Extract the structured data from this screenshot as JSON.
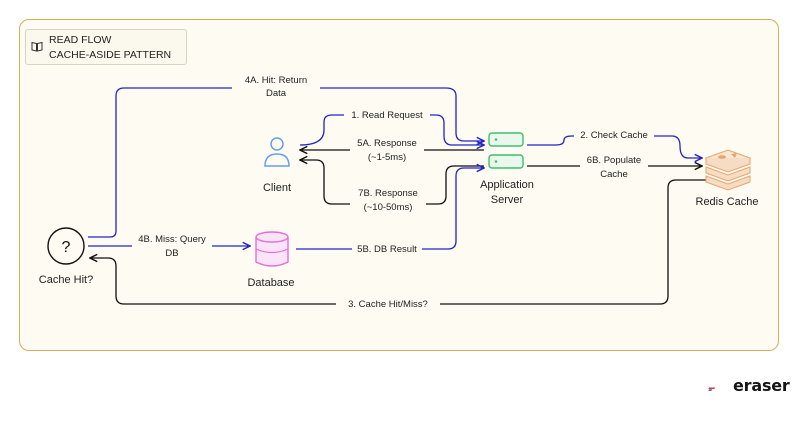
{
  "title": {
    "line1": "READ FLOW",
    "line2": "CACHE-ASIDE PATTERN"
  },
  "nodes": {
    "client": "Client",
    "app_server_line1": "Application",
    "app_server_line2": "Server",
    "redis": "Redis Cache",
    "database": "Database",
    "decision": "Cache Hit?",
    "decision_symbol": "?"
  },
  "edges": {
    "e1": "1. Read Request",
    "e2": "2. Check Cache",
    "e3": "3. Cache Hit/Miss?",
    "e4a_line1": "4A. Hit: Return",
    "e4a_line2": "Data",
    "e4b_line1": "4B. Miss: Query",
    "e4b_line2": "DB",
    "e5a_line1": "5A. Response",
    "e5a_line2": "(~1-5ms)",
    "e5b": "5B. DB Result",
    "e6b_line1": "6B. Populate",
    "e6b_line2": "Cache",
    "e7b_line1": "7B. Response",
    "e7b_line2": "(~10-50ms)"
  },
  "footer": {
    "brand": "eraser"
  },
  "colors": {
    "frame_border": "#d8ae5e",
    "frame_fill": "#fdfbf2",
    "flow_blue": "#2424c8",
    "flow_black": "#111111",
    "client_icon": "#6a9ee8",
    "server_green": "#3fbf6a",
    "database_pink": "#e46fd8",
    "redis_orange": "#e8a56a",
    "brand_red": "#e5322d"
  }
}
